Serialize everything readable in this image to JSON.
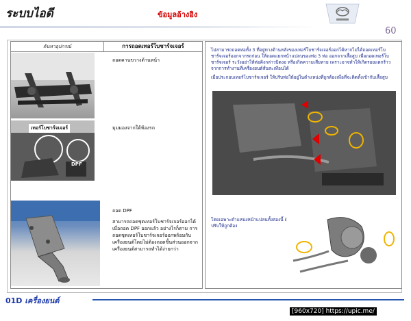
{
  "header": {
    "title": "ระบบไอดี",
    "subtitle": "ข้อมูลอ้างอิง",
    "page_number": "60"
  },
  "left": {
    "col1_header": "ค้นหาอุปกรณ์",
    "col2_header": "การถอดเทอร์โบชาร์จเจอร์",
    "step1": "ถอดคานขวางด้านหน้า",
    "step2": "มุมมองจากใต้ท้องรถ",
    "step3_title": "ถอด DPF",
    "step3_body": "สามารถถอดชุดเทอร์โบชาร์จเจอร์ออกได้เมื่อถอด DPF ออกแล้ว อย่างไรก็ตาม การถอดชุดเทอร์โบชาร์จเจอร์ออกพร้อมกับเครื่องยนต์โดยไม่ต้องถอดชิ้นส่วนออกจากเครื่องยนต์สามารถทำได้ง่ายกว่า",
    "photo_label_turbo": "เทอร์โบชาร์จเจอร์",
    "photo_label_dpf": "DPF"
  },
  "right": {
    "para1": "ไม่สามารถถอดท่อทั้ง 3 ที่อยู่ทางด้านหลังของเทอร์โบชาร์จเจอร์ออกได้หากไม่ได้ถอดเทอร์โบชาร์จเจอร์ออกจากรถก่อน ให้ถอดแยกหน้าแปลนของท่อ 3 ท่อ ออกจากเสื้อสูบ เพื่อถอดเทอร์โบชาร์จเจอร์ ระวังอย่าให้ท่อคิงกล่าวบิดงอ หรือเกิดความเสียหาย เพราะอาจทำให้เกิดรอยแตกร้าวจากการทำงานที่เครื่องยนต์สั่นสะเทือนได้",
    "para2": "เมื่อประกอบเทอร์โบชาร์จเจอร์ ให้ปรับท่อให้อยู่ในตำแหน่งที่ถูกต้องเพื่อที่จะติดตั้งเข้ากับเสื้อสูบ",
    "para3": "โดยเฉพาะตำแหน่งหน้าแปลนทั้งสองนี้ ต้องปรับให้ถูกต้อง"
  },
  "footer": {
    "code": "01D",
    "label": "เครื่องยนต์"
  },
  "watermark": "[960x720] https://upic.me/"
}
